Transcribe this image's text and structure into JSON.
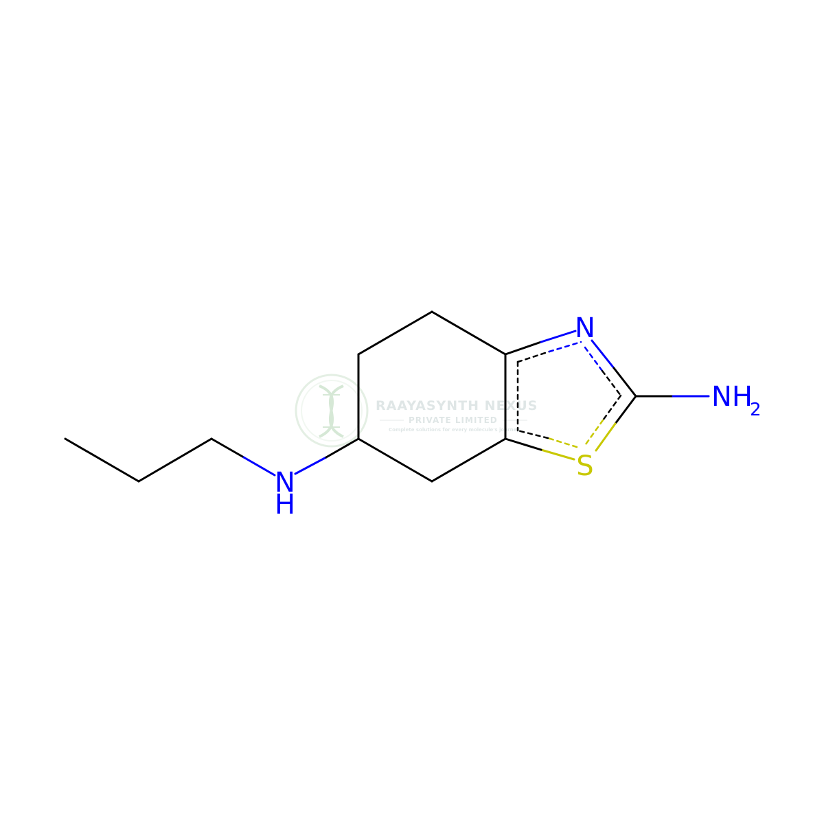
{
  "molecule": {
    "atoms": {
      "ring_n": "N",
      "ring_s": "S",
      "amine_nh2_n": "NH",
      "amine_nh2_sub": "2",
      "amine_nh_n": "N",
      "amine_nh_h": "H"
    },
    "colors": {
      "carbon": "#000000",
      "nitrogen": "#0000ff",
      "sulfur": "#c8c800"
    }
  },
  "watermark": {
    "title": "RAAYASYNTH NEXUS",
    "subtitle": "PRIVATE LIMITED",
    "tagline": "Complete solutions for every molecule's journey",
    "logo_icon": "dna-helix-icon",
    "color": "#8fbf8f"
  }
}
